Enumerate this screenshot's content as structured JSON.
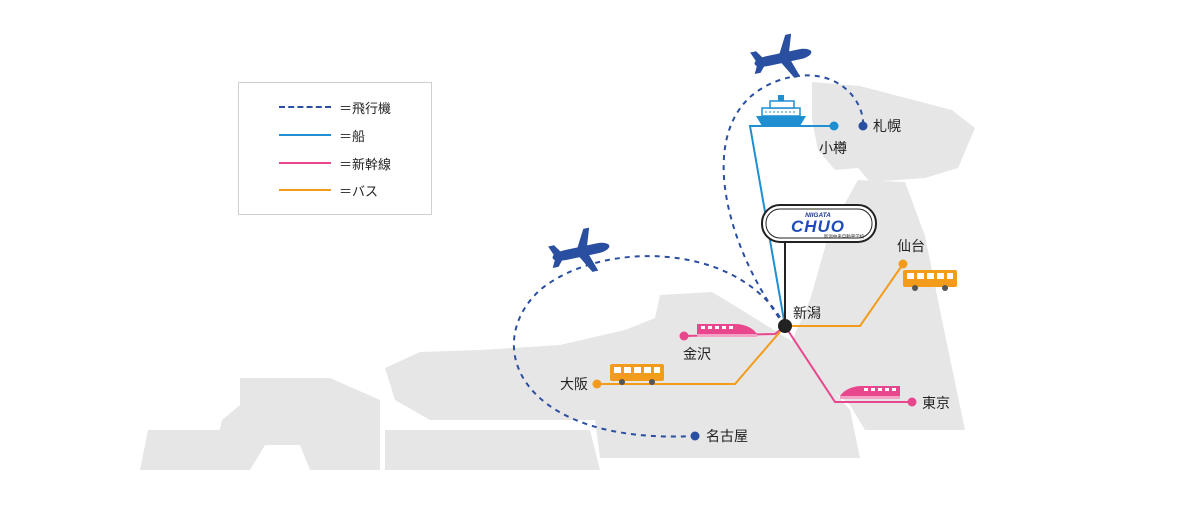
{
  "legend": {
    "items": [
      {
        "label": "＝飛行機",
        "mode": "plane",
        "color": "#2a4fa0"
      },
      {
        "label": "＝船",
        "mode": "ship",
        "color": "#1f8fd1"
      },
      {
        "label": "＝新幹線",
        "mode": "shinkansen",
        "color": "#e8478d"
      },
      {
        "label": "＝バス",
        "mode": "bus",
        "color": "#f39c1c"
      }
    ]
  },
  "hub": {
    "name": "新潟"
  },
  "logo": {
    "brand": "CHUO",
    "sub": "NIIGATA",
    "caption": "新潟中央自動車学校"
  },
  "cities": {
    "sapporo": "札幌",
    "otaru": "小樽",
    "sendai": "仙台",
    "kanazawa": "金沢",
    "osaka": "大阪",
    "tokyo": "東京",
    "nagoya": "名古屋"
  },
  "colors": {
    "plane": "#2a4fa0",
    "ship": "#1f8fd1",
    "shinkansen": "#e8478d",
    "bus": "#f39c1c",
    "land": "#e6e6e6",
    "hub": "#222222"
  }
}
